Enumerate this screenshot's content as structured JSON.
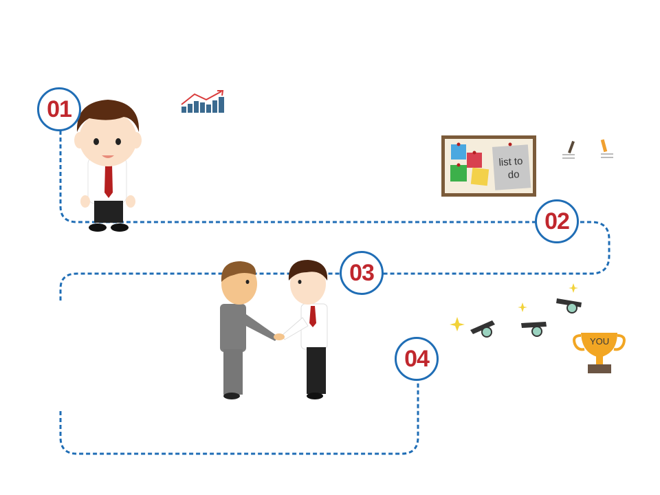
{
  "steps": [
    {
      "number": "01"
    },
    {
      "number": "02"
    },
    {
      "number": "03"
    },
    {
      "number": "04"
    }
  ],
  "board": {
    "note_line1": "list to",
    "note_line2": "do"
  },
  "trophy": {
    "label": "YOU"
  },
  "colors": {
    "path": "#1f6db5",
    "number": "#c0272d",
    "badge_border": "#1f6db5",
    "trophy": "#f2a623"
  }
}
